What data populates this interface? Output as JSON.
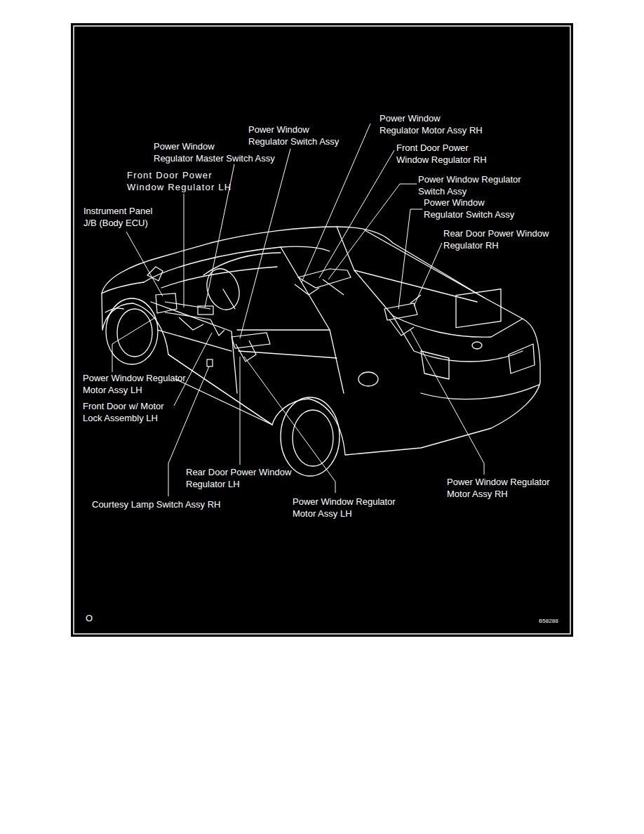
{
  "diagram": {
    "labels": [
      "Power Window Regulator Motor Assy RH",
      "Power Window Regulator Switch Assy",
      "Power Window Regulator Master Switch Assy",
      "Front Door Power Window Regulator RH",
      "Front Door Power Window Regulator LH",
      "Power Window Regulator Switch Assy",
      "Power Window Regulator Switch Assy",
      "Instrument Panel J/B (Body ECU)",
      "Rear Door Power Window Regulator RH",
      "Power Window Regulator Motor Assy LH",
      "Front Door w/ Motor Lock Assembly LH",
      "Rear Door Power Window Regulator LH",
      "Courtesy Lamp Switch Assy RH",
      "Power Window Regulator Motor Assy LH",
      "Power Window Regulator Motor Assy RH",
      "O",
      "B58288"
    ]
  }
}
